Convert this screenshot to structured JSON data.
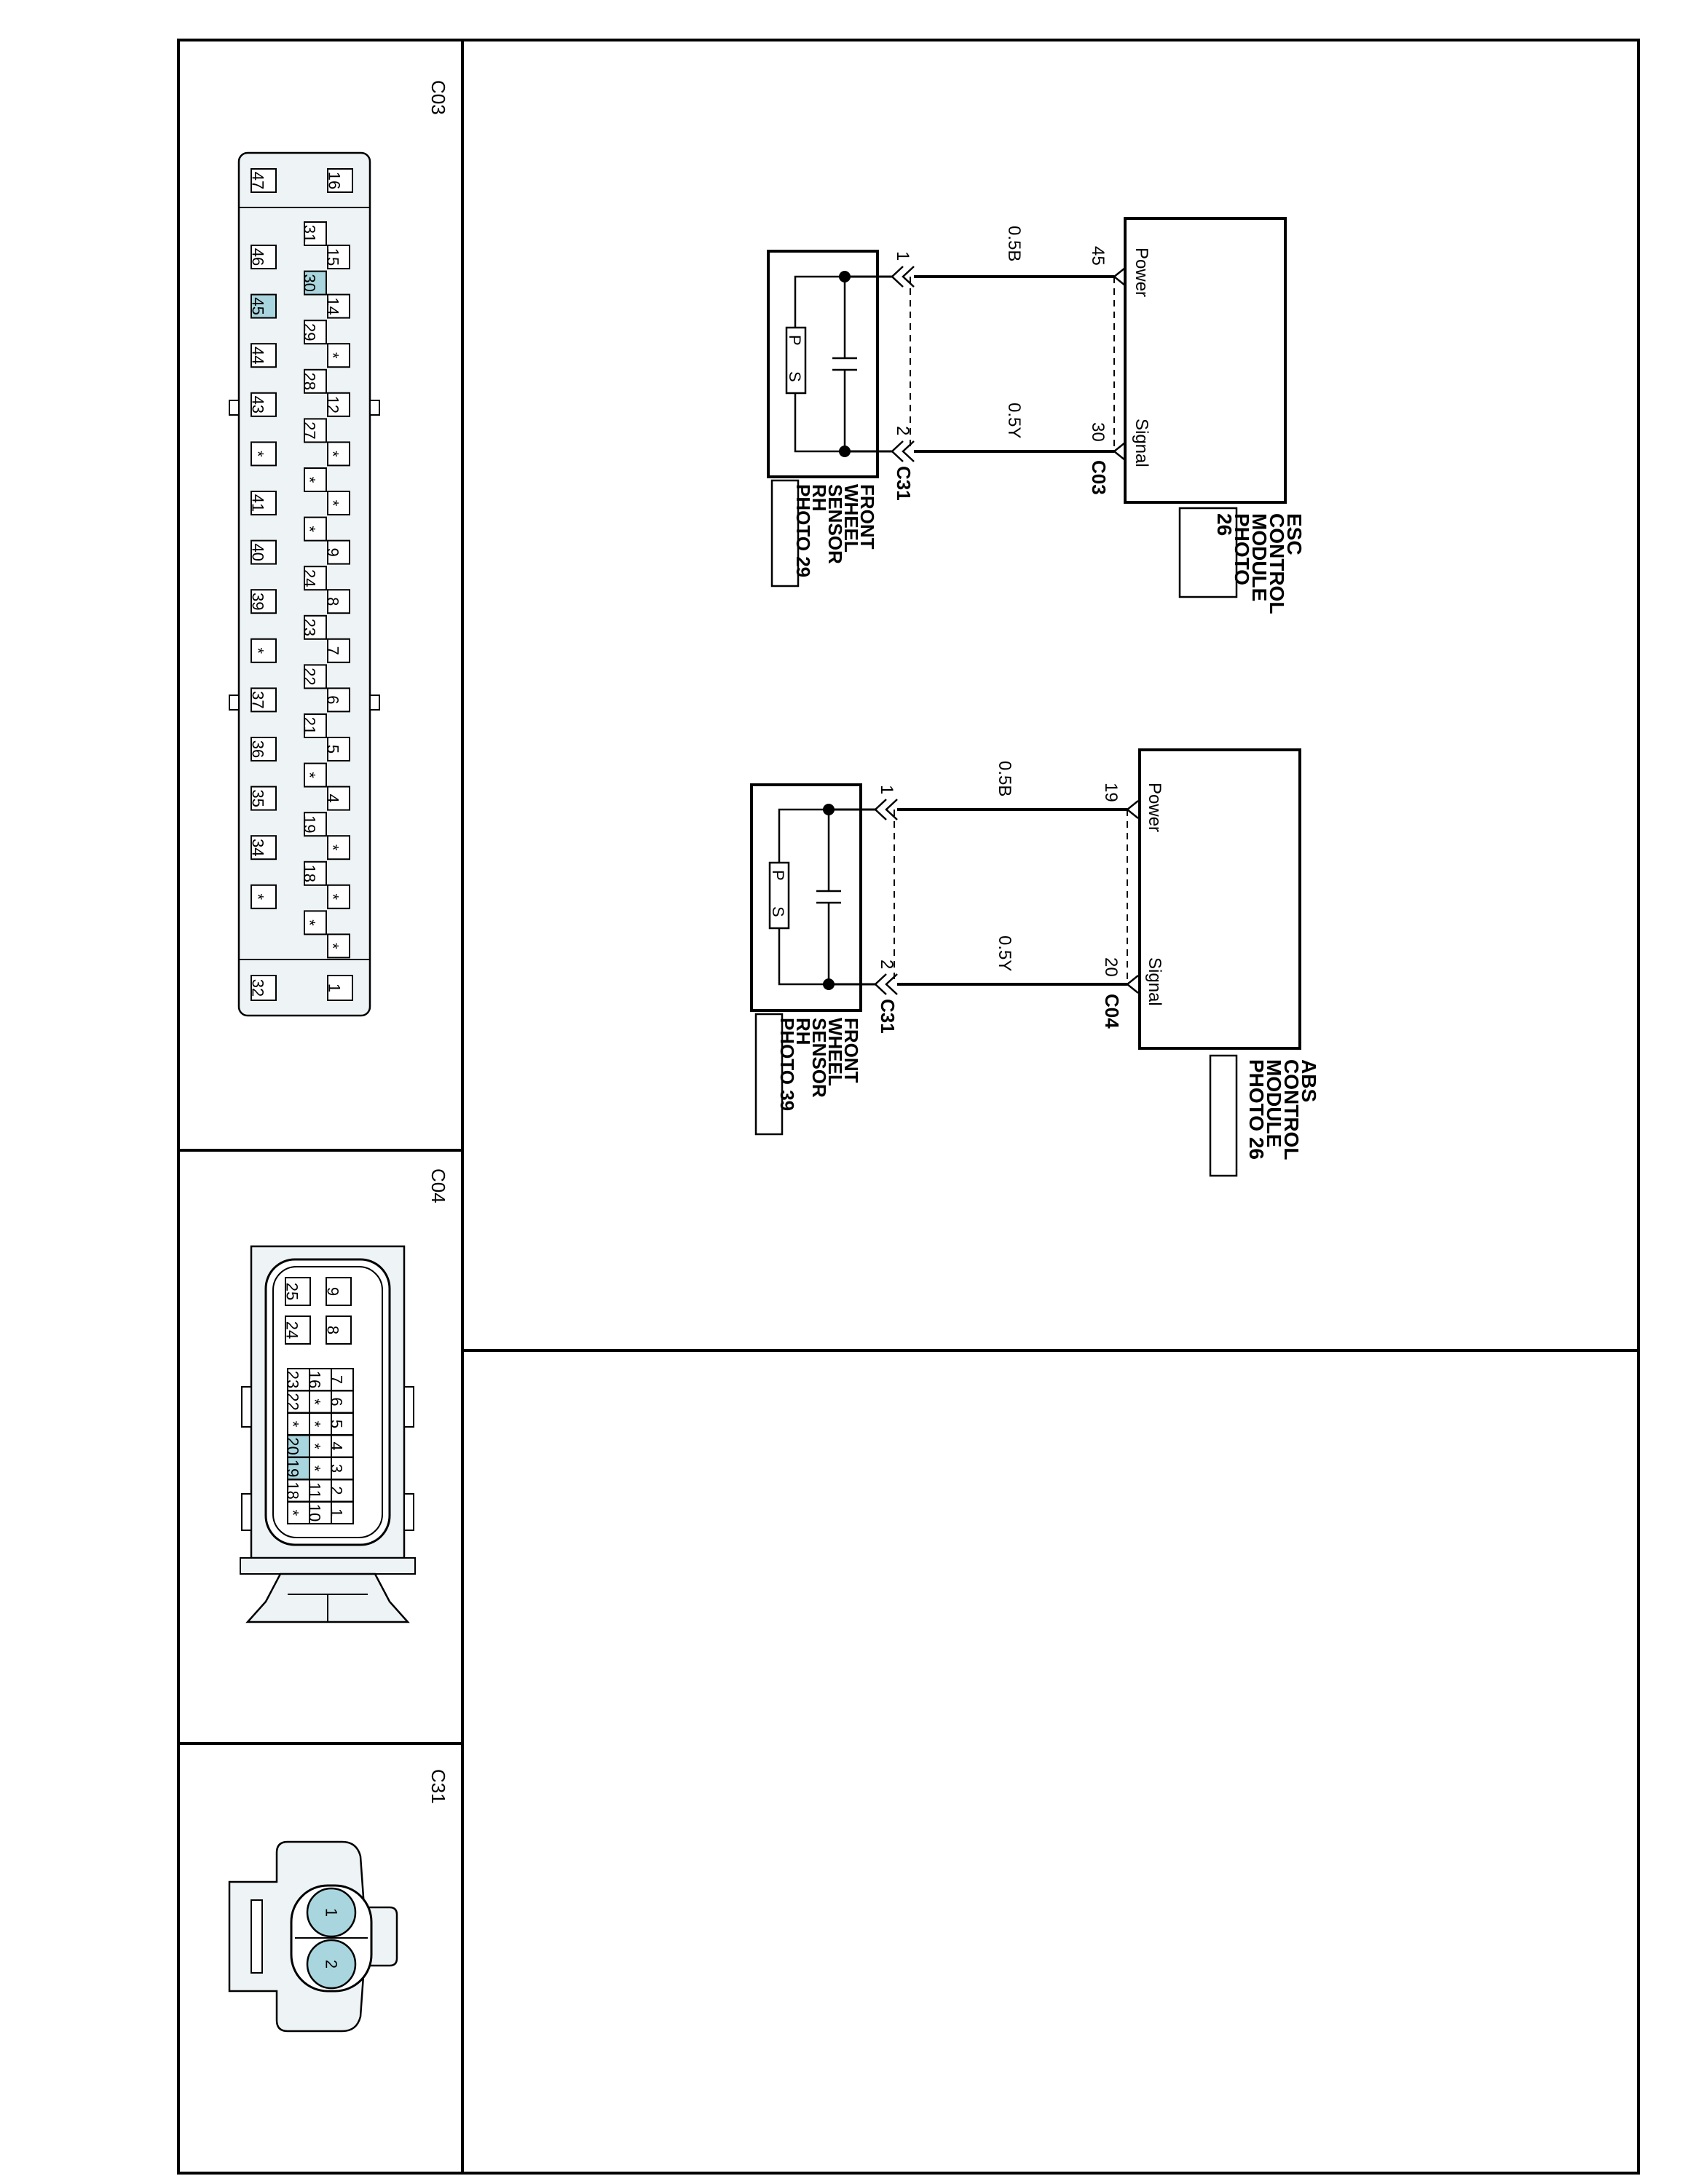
{
  "colors": {
    "pin_highlight": "#a9d6de",
    "connector_fill": "#eef3f6",
    "line": "#000000"
  },
  "connectors": {
    "c03": {
      "label": "C03",
      "outer_row": [
        "47",
        "46",
        "45",
        "44",
        "43",
        "*",
        "41",
        "40",
        "39",
        "*",
        "37",
        "36",
        "35",
        "34",
        "*",
        "32"
      ],
      "outer_row_b": [
        "16",
        "1"
      ],
      "upper_row": [
        "15",
        "14",
        "*",
        "12",
        "*",
        "*",
        "9",
        "8",
        "7",
        "6",
        "5",
        "4",
        "*",
        "*",
        "*"
      ],
      "lower_row": [
        "31",
        "30",
        "29",
        "28",
        "27",
        "*",
        "*",
        "24",
        "23",
        "22",
        "21",
        "*",
        "19",
        "18",
        "*"
      ],
      "highlighted": [
        "45",
        "30"
      ]
    },
    "c04": {
      "label": "C04",
      "top_pins": [
        "9",
        "8",
        "25",
        "24"
      ],
      "row_a": [
        "7",
        "6",
        "5",
        "4",
        "3",
        "2",
        "1"
      ],
      "row_b": [
        "16",
        "*",
        "*",
        "*",
        "*",
        "11",
        "10"
      ],
      "row_c": [
        "23",
        "22",
        "*",
        "20",
        "19",
        "18",
        "*"
      ],
      "highlighted": [
        "19",
        "20"
      ]
    },
    "c31": {
      "label": "C31",
      "pins": [
        "1",
        "2"
      ]
    }
  },
  "circuit_esc": {
    "module_name": [
      "ESC",
      "CONTROL",
      "MODULE",
      "PHOTO",
      "26"
    ],
    "power_label": "Power",
    "signal_label": "Signal",
    "power_pin": "45",
    "signal_pin": "30",
    "connector": "C03",
    "wire_power": "0.5B",
    "wire_signal": "0.5Y",
    "sensor_pin_1": "1",
    "sensor_pin_2": "2",
    "sensor_connector": "C31",
    "sensor_name": [
      "FRONT",
      "WHEEL",
      "SENSOR",
      "RH"
    ],
    "sensor_photo": "PHOTO 29",
    "sensor_p": "P",
    "sensor_s": "S"
  },
  "circuit_abs": {
    "module_name": [
      "ABS",
      "CONTROL",
      "MODULE"
    ],
    "module_photo": "PHOTO 26",
    "power_label": "Power",
    "signal_label": "Signal",
    "power_pin": "19",
    "signal_pin": "20",
    "connector": "C04",
    "wire_power": "0.5B",
    "wire_signal": "0.5Y",
    "sensor_pin_1": "1",
    "sensor_pin_2": "2",
    "sensor_connector": "C31",
    "sensor_name": [
      "FRONT",
      "WHEEL",
      "SENSOR",
      "RH"
    ],
    "sensor_photo": "PHOTO 39",
    "sensor_p": "P",
    "sensor_s": "S"
  }
}
